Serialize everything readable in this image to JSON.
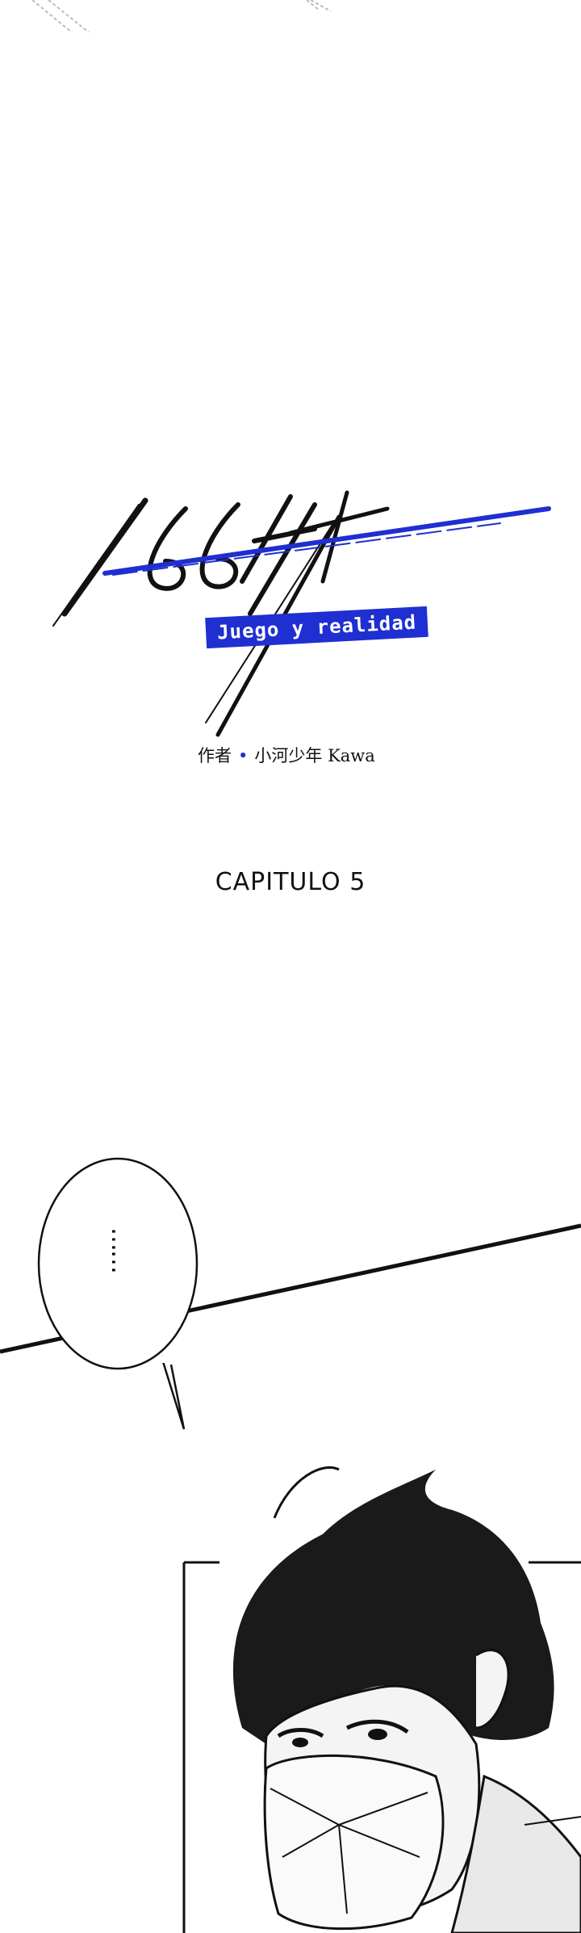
{
  "title": {
    "logo_text": "166件",
    "subtitle": "Juego y realidad"
  },
  "credit": {
    "label": "作者",
    "author": "小河少年 Kawa"
  },
  "chapter": {
    "label": "CAPITULO 5"
  },
  "panel": {
    "speech_bubble_text": "……"
  },
  "colors": {
    "accent_blue": "#1f2fd1",
    "ink": "#111111",
    "background": "#ffffff"
  }
}
